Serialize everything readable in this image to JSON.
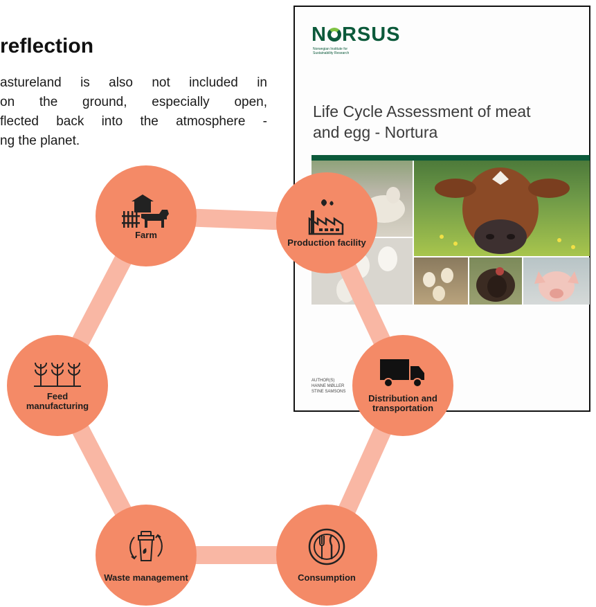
{
  "text_section": {
    "heading": "reflection",
    "lines": [
      "astureland is also not included in",
      "on the ground, especially open,",
      "flected back into the atmosphere -",
      "ng the planet."
    ]
  },
  "report_cover": {
    "logo_text_left": "N",
    "logo_text_right": "RSUS",
    "logo_subtitle_line1": "Norwegian Institute for",
    "logo_subtitle_line2": "Sustainability Research",
    "title_line1": "Life Cycle Assessment of meat",
    "title_line2": "and egg - Nortura",
    "authors_label": "AUTHOR(S)",
    "author1": "HANNE MØLLER",
    "author2": "STINE SAMSONS",
    "brand_color": "#0c5a3b",
    "photos": [
      "sheep",
      "cow",
      "eggs",
      "chickens",
      "turkey",
      "pig"
    ]
  },
  "lifecycle": {
    "ring_color": "#f9b7a4",
    "node_color": "#f48a67",
    "stages": [
      {
        "id": "farm",
        "label": "Farm",
        "icon": "farm-icon"
      },
      {
        "id": "production",
        "label": "Production facility",
        "icon": "factory-icon"
      },
      {
        "id": "distribution",
        "label": "Distribution and transportation",
        "icon": "truck-icon"
      },
      {
        "id": "consumption",
        "label": "Consumption",
        "icon": "plate-icon"
      },
      {
        "id": "waste",
        "label": "Waste management",
        "icon": "recycle-bin-icon"
      },
      {
        "id": "feed",
        "label": "Feed manufacturing",
        "icon": "crops-icon"
      }
    ]
  }
}
